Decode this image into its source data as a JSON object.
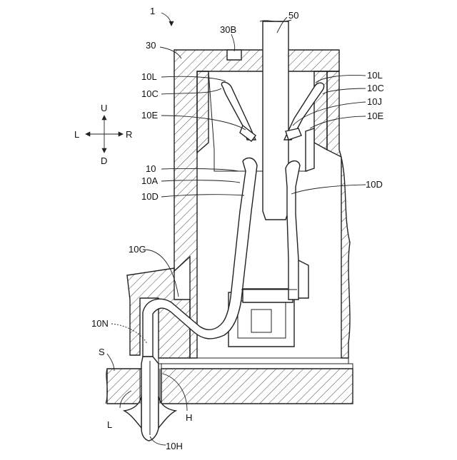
{
  "labels": {
    "ref_1": "1",
    "ref_50": "50",
    "ref_30B": "30B",
    "ref_30": "30",
    "ref_10L_left": "10L",
    "ref_10L_right": "10L",
    "ref_10C_left": "10C",
    "ref_10C_right": "10C",
    "ref_10J": "10J",
    "ref_10E_left": "10E",
    "ref_10E_right": "10E",
    "ref_10": "10",
    "ref_10A": "10A",
    "ref_10D_left": "10D",
    "ref_10D_right": "10D",
    "ref_10G": "10G",
    "ref_10N": "10N",
    "ref_S": "S",
    "ref_L": "L",
    "ref_H": "H",
    "ref_10H": "10H"
  },
  "compass": {
    "up": "U",
    "down": "D",
    "left": "L",
    "right": "R"
  }
}
